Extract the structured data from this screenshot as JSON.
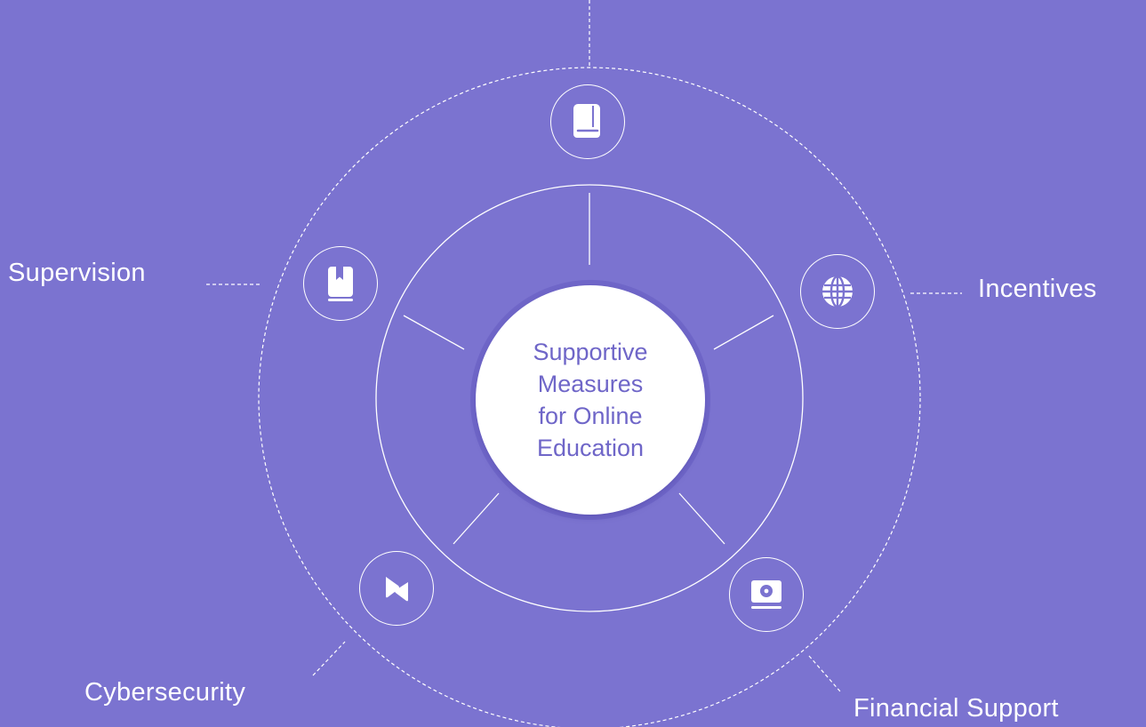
{
  "center": {
    "lines": [
      "Supportive",
      "Measures",
      "for Online",
      "Education"
    ]
  },
  "measures": {
    "top": "",
    "supervision": "Supervision",
    "incentives": "Incentives",
    "cybersecurity": "Cybersecurity",
    "financial_support": "Financial Support"
  },
  "icons": {
    "top": "book-icon",
    "supervision": "bookmark-book-icon",
    "incentives": "globe-icon",
    "cybersecurity": "bowtie-play-icon",
    "financial_support": "monitor-camera-icon"
  },
  "colors": {
    "background": "#7B73D0",
    "accent": "#6F66C8",
    "line": "#FFFFFF"
  }
}
